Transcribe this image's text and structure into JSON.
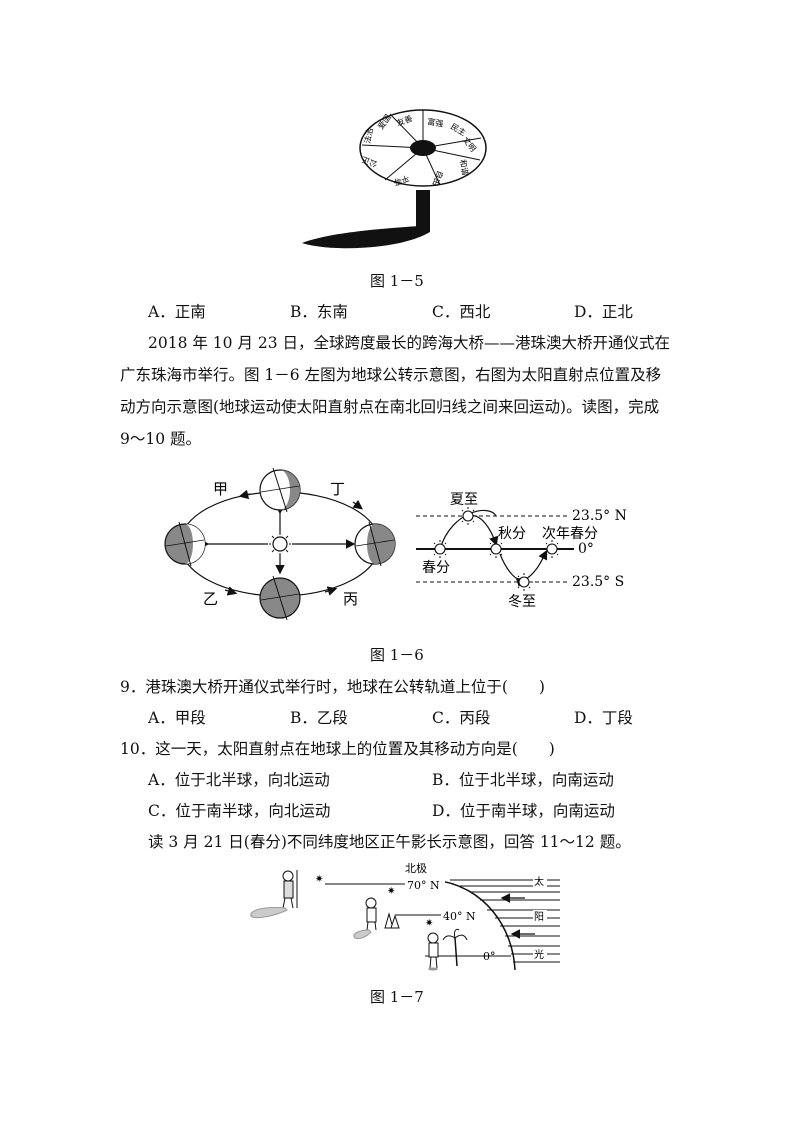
{
  "fig15": {
    "caption": "图 1－5",
    "dial_segments": [
      "友善",
      "富强",
      "民主",
      "文明",
      "和谐",
      "自由",
      "平等",
      "公正",
      "法治",
      "爱国",
      "敬业",
      "诚信"
    ]
  },
  "q8_options": [
    "A．正南",
    "B．东南",
    "C．西北",
    "D．正北"
  ],
  "intro_9_10": [
    "2018 年 10 月 23 日，全球跨度最长的跨海大桥——港珠澳大桥开通仪式在",
    "广东珠海市举行。图 1－6 左图为地球公转示意图，右图为太阳直射点位置及移",
    "动方向示意图(地球运动使太阳直射点在南北回归线之间来回运动)。读图，完成",
    "9～10 题。"
  ],
  "fig16": {
    "caption": "图 1－6",
    "orbit_labels": {
      "jia": "甲",
      "ding": "丁",
      "yi": "乙",
      "bing": "丙"
    },
    "sun_path": {
      "summer_solstice": "夏至",
      "autumn_equinox": "秋分",
      "next_spring_equinox": "次年春分",
      "spring_equinox": "春分",
      "winter_solstice": "冬至",
      "lat_north": "23.5° N",
      "lat_equator": "0°",
      "lat_south": "23.5° S"
    }
  },
  "q9": {
    "stem": "9．港珠澳大桥开通仪式举行时，地球在公转轨道上位于(　　)",
    "options": [
      "A．甲段",
      "B．乙段",
      "C．丙段",
      "D．丁段"
    ]
  },
  "q10": {
    "stem": "10．这一天，太阳直射点在地球上的位置及其移动方向是(　　)",
    "options": [
      "A．位于北半球，向北运动",
      "B．位于北半球，向南运动",
      "C．位于南半球，向北运动",
      "D．位于南半球，向南运动"
    ]
  },
  "intro_11_12": "读 3 月 21 日(春分)不同纬度地区正午影长示意图，回答 11～12 题。",
  "fig17": {
    "caption": "图 1－7",
    "north_pole": "北极",
    "lat70": "70° N",
    "lat40": "40° N",
    "lat0": "0°",
    "sunlight_chars": [
      "太",
      "阳",
      "光"
    ]
  }
}
